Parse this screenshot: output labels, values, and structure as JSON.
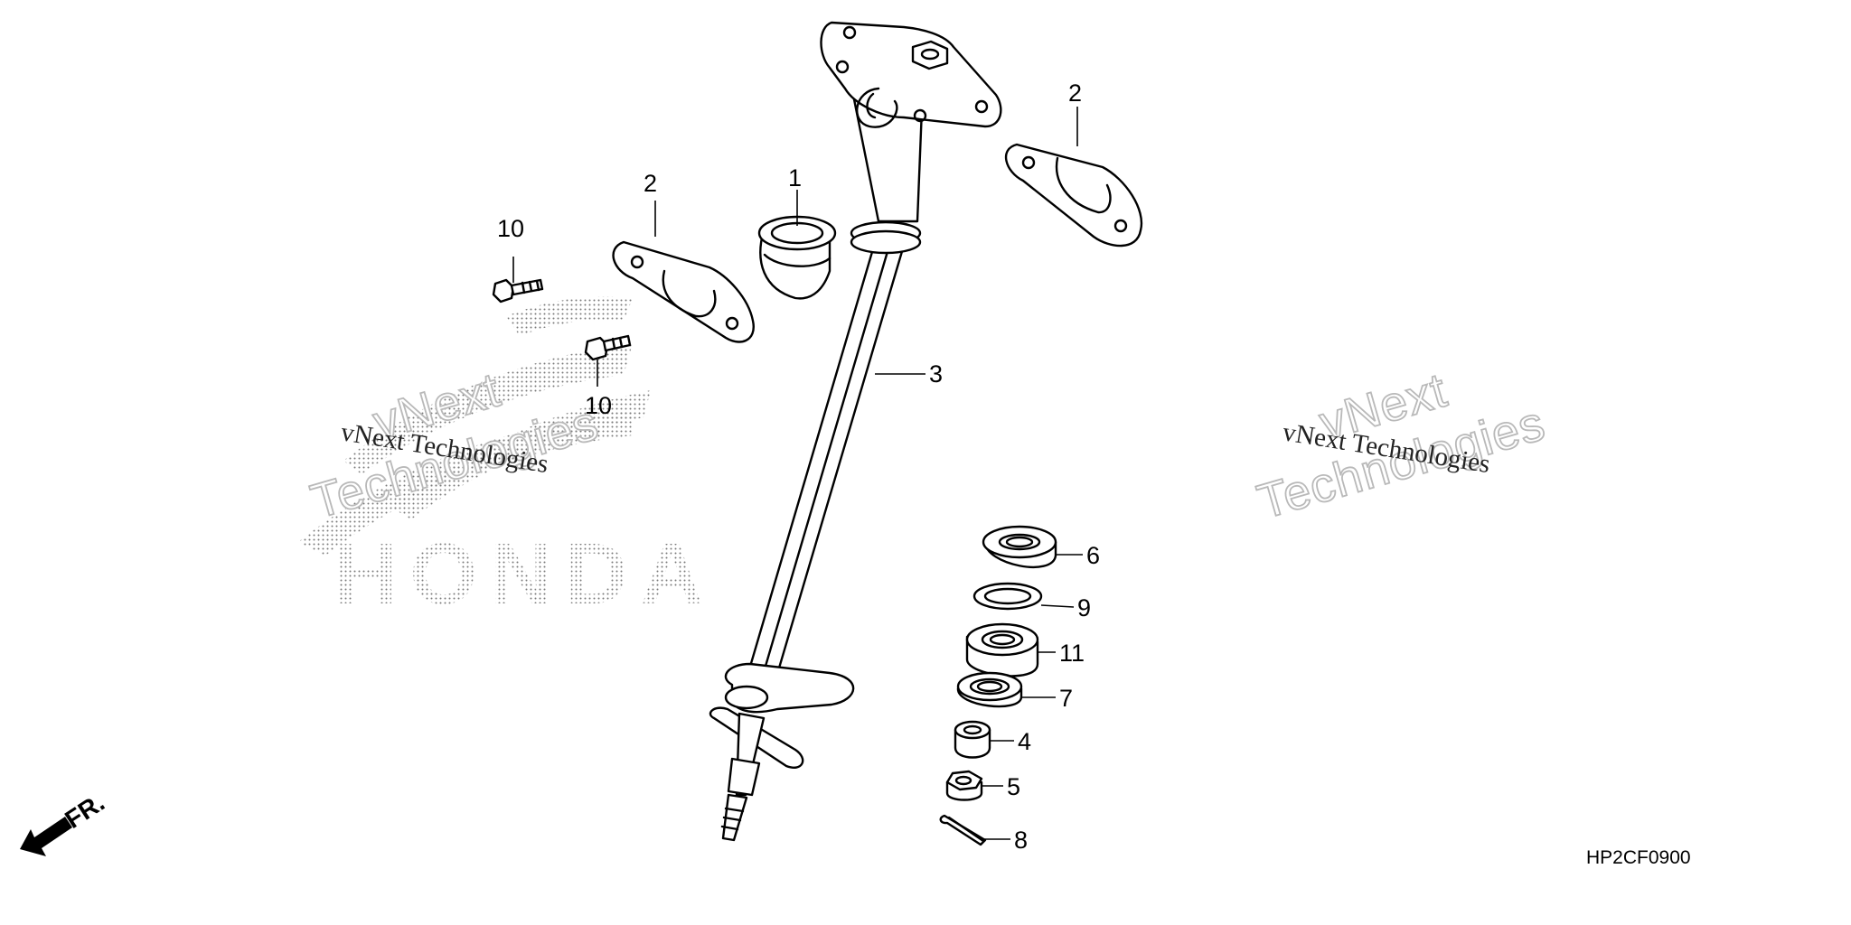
{
  "watermarks": {
    "left_small": "vNext Technologies",
    "left_big_line1": "vNext",
    "left_big_line2": "Technologies",
    "right_small": "vNext Technologies",
    "right_big_line1": "vNext",
    "right_big_line2": "Technologies",
    "brand": "HONDA"
  },
  "callouts": {
    "c1": "1",
    "c2_left": "2",
    "c2_right": "2",
    "c3": "3",
    "c4": "4",
    "c5": "5",
    "c6": "6",
    "c7": "7",
    "c8": "8",
    "c9": "9",
    "c10_top": "10",
    "c10_bottom": "10",
    "c11": "11"
  },
  "direction_label": "FR.",
  "diagram_code": "HP2CF0900",
  "icons": {
    "direction": "arrow-front-icon"
  }
}
